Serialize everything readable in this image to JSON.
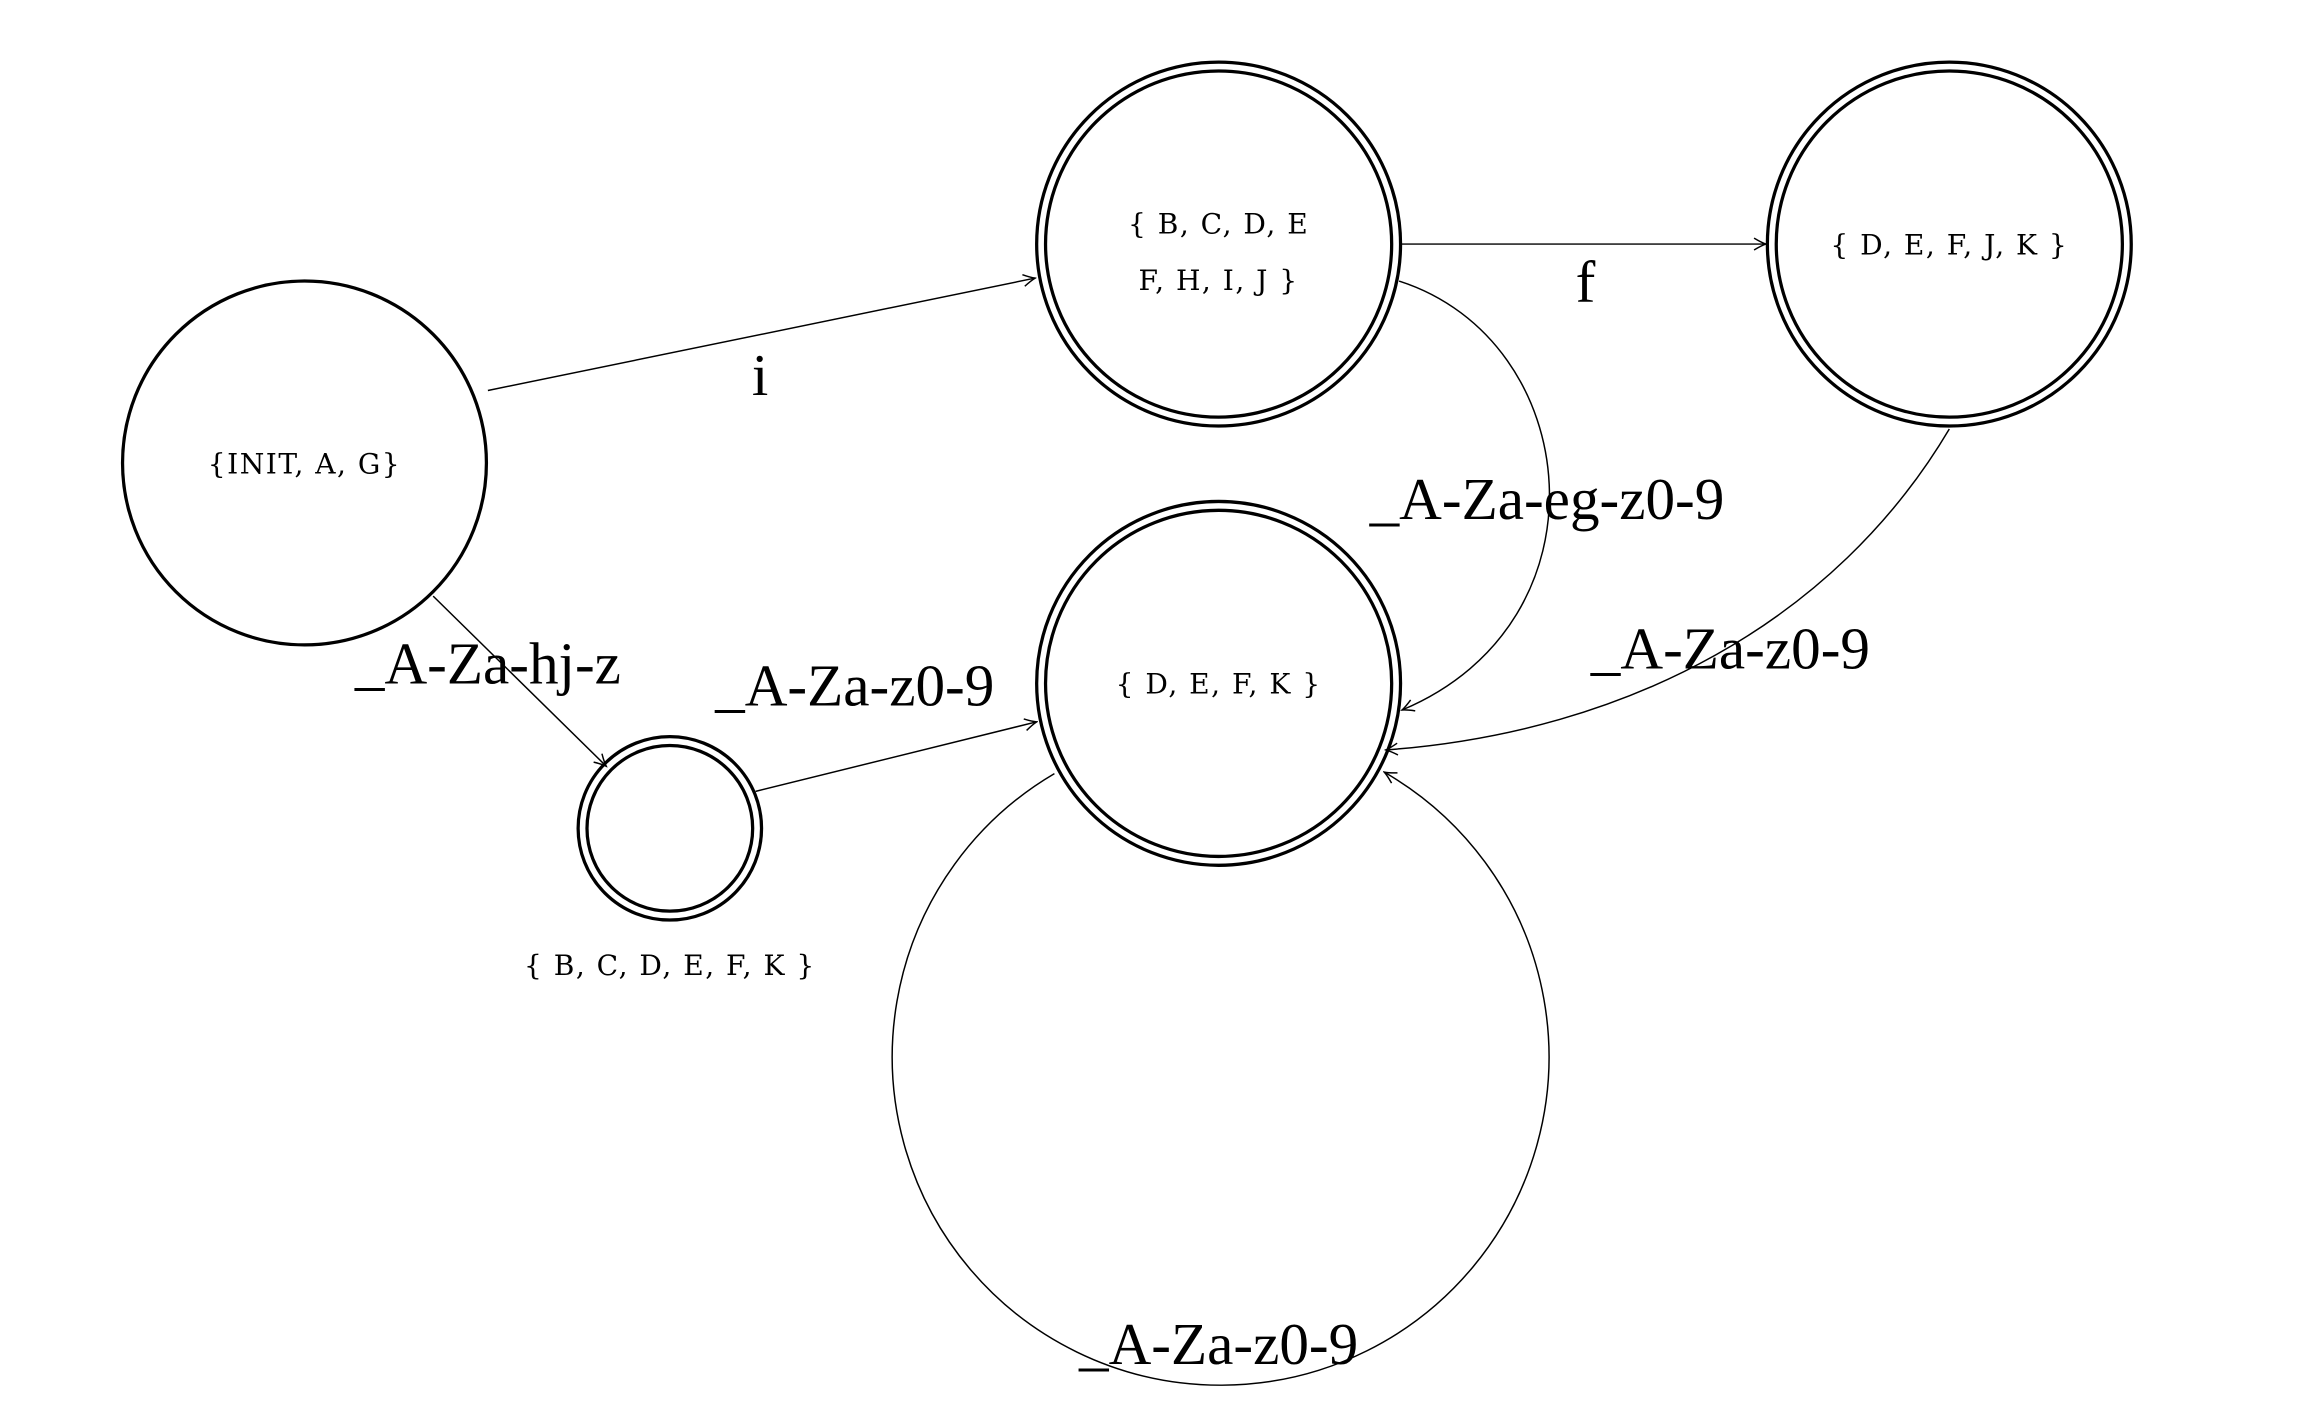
{
  "states": {
    "init": "{INIT, A, G}",
    "bcde_line1": "{ B, C, D, E",
    "bcde_line2": "F, H, I, J }",
    "defjk": "{ D, E, F, J, K }",
    "defk": "{ D, E, F, K }",
    "bcdefk": "{ B, C, D, E, F, K }"
  },
  "transitions": {
    "init_to_bcde": "i",
    "bcde_to_defjk": "f",
    "bcde_to_defk": "_A-Za-eg-z0-9",
    "defjk_to_defk": "_A-Za-z0-9",
    "init_to_bcdefk": "_A-Za-hj-z",
    "bcdefk_to_defk": "_A-Za-z0-9",
    "defk_loop": "_A-Za-z0-9"
  }
}
